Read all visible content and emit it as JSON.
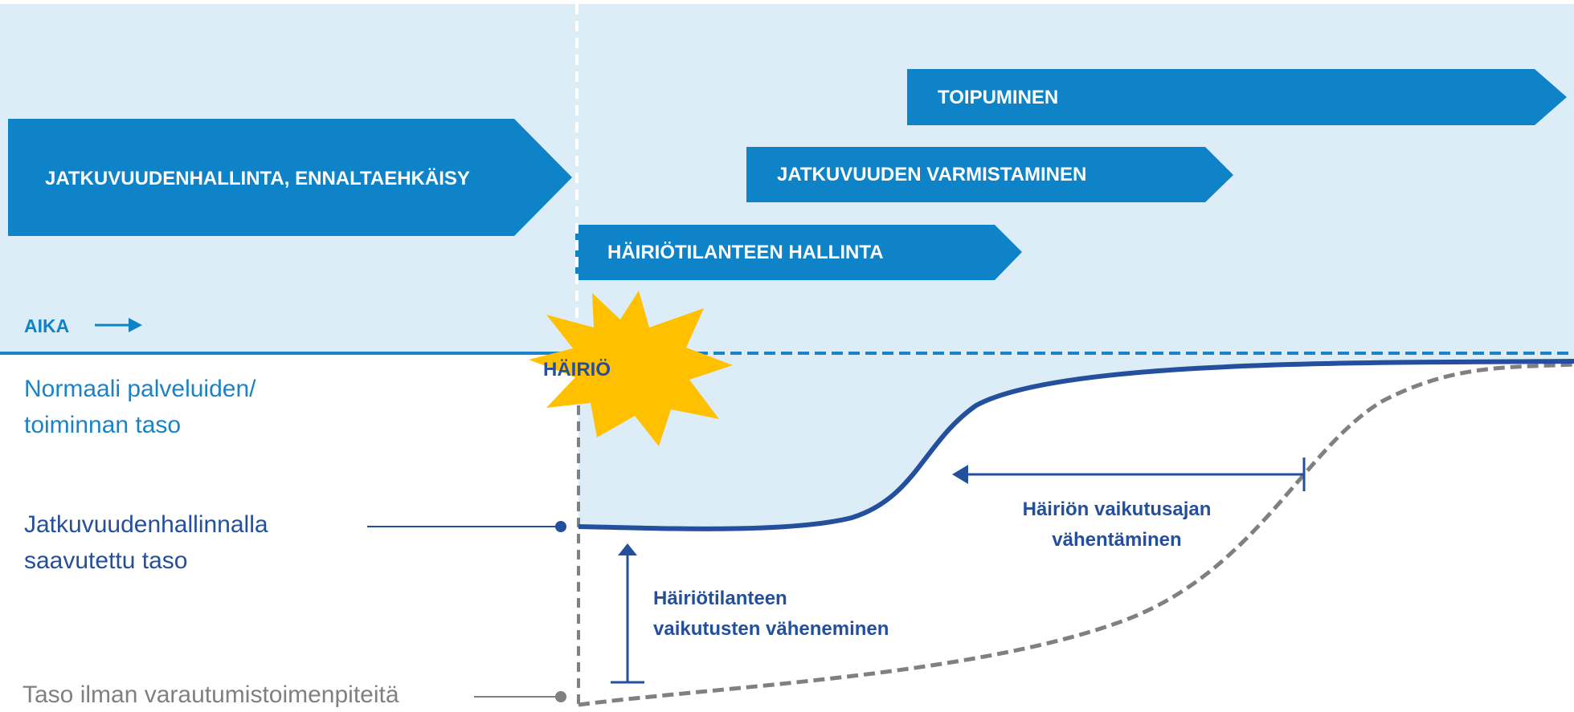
{
  "phases": {
    "prevention": "JATKUVUUDENHALLINTA, ENNALTAEHKÄISY",
    "recovery": "TOIPUMINEN",
    "continuity": "JATKUVUUDEN VARMISTAMINEN",
    "incident_management": "HÄIRIÖTILANTEEN HALLINTA"
  },
  "time_axis": {
    "label": "AIKA"
  },
  "incident": {
    "label": "HÄIRIÖ"
  },
  "levels": {
    "normal": [
      "Normaali palveluiden/",
      "toiminnan taso"
    ],
    "continuity_mgmt": [
      "Jatkuvuudenhallinnalla",
      "saavutettu taso"
    ],
    "no_preparation": "Taso ilman varautumistoimenpiteitä"
  },
  "annotations": {
    "duration_reduction": [
      "Häiriön vaikutusajan",
      "vähentäminen"
    ],
    "impact_reduction": [
      "Häiriötilanteen",
      "vaikutusten väheneminen"
    ]
  },
  "colors": {
    "light_blue_bg": "#dcedf8",
    "phase_blue": "#0e83c8",
    "dark_blue": "#244f9c",
    "gray": "#808080",
    "yellow": "#ffc000",
    "label_blue": "#1a83c8"
  }
}
